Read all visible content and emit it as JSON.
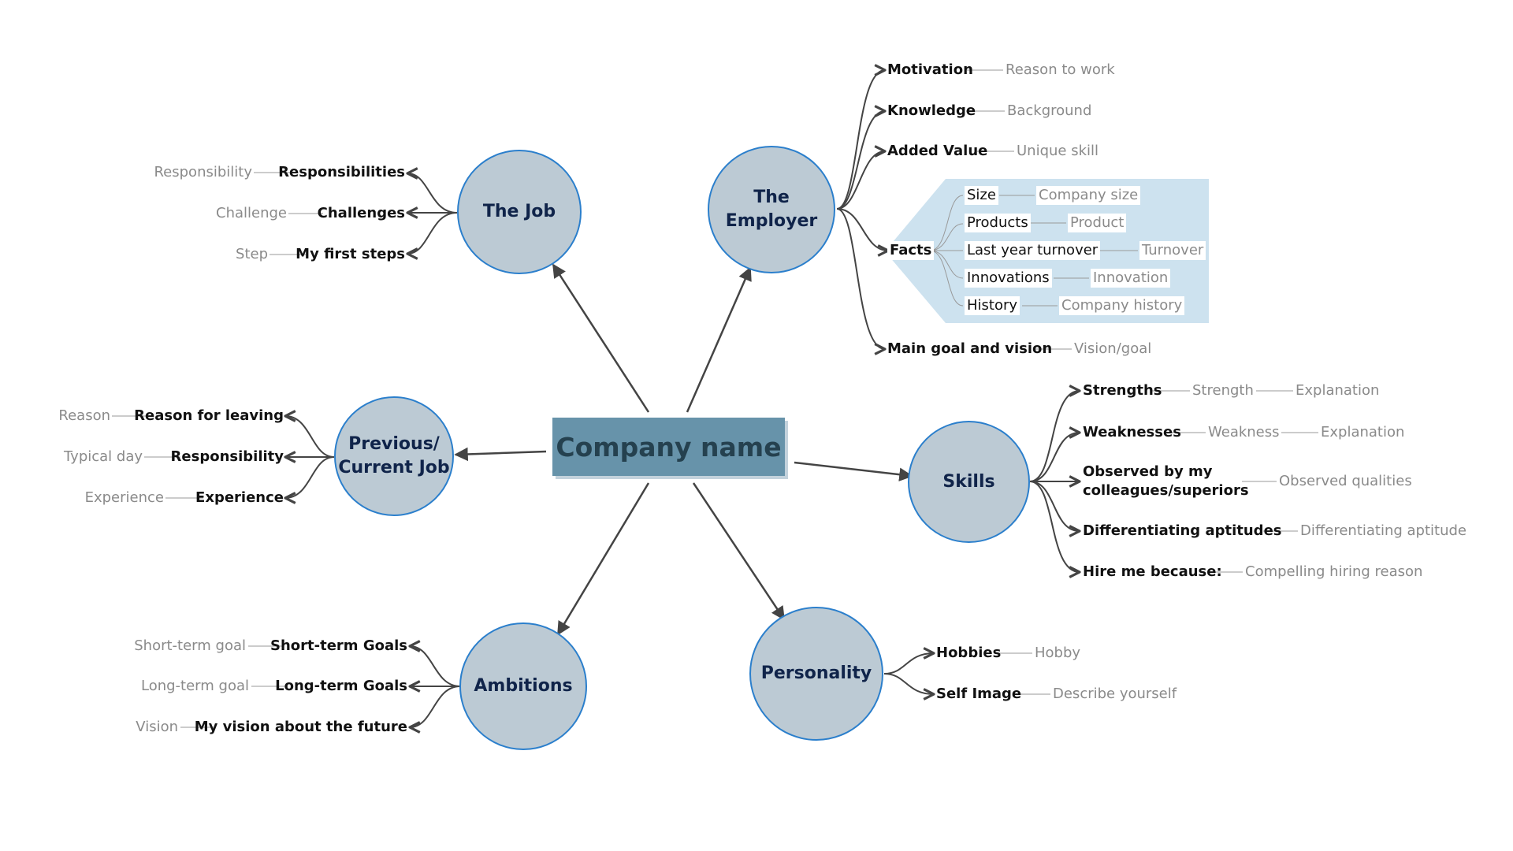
{
  "central": "Company name",
  "colors": {
    "circle_fill": "#bccad4",
    "circle_border": "#2b7fcc",
    "central_fill": "#6793aa",
    "facts_band": "#cde2ef"
  },
  "branches": {
    "the_job": {
      "title": "The Job",
      "items": [
        {
          "label": "Responsibilities",
          "detail": "Responsibility"
        },
        {
          "label": "Challenges",
          "detail": "Challenge"
        },
        {
          "label": "My first steps",
          "detail": "Step"
        }
      ]
    },
    "the_employer": {
      "title": "The Employer",
      "items": [
        {
          "label": "Motivation",
          "detail": "Reason to work"
        },
        {
          "label": "Knowledge",
          "detail": "Background"
        },
        {
          "label": "Added Value",
          "detail": "Unique skill"
        },
        {
          "label": "Main goal and vision",
          "detail": "Vision/goal"
        }
      ],
      "facts": {
        "label": "Facts",
        "items": [
          {
            "label": "Size",
            "detail": "Company size"
          },
          {
            "label": "Products",
            "detail": "Product"
          },
          {
            "label": "Last year turnover",
            "detail": "Turnover"
          },
          {
            "label": "Innovations",
            "detail": "Innovation"
          },
          {
            "label": "History",
            "detail": "Company history"
          }
        ]
      }
    },
    "previous_job": {
      "title_line1": "Previous/",
      "title_line2": "Current Job",
      "items": [
        {
          "label": "Reason for leaving",
          "detail": "Reason"
        },
        {
          "label": "Responsibility",
          "detail": "Typical day"
        },
        {
          "label": "Experience",
          "detail": "Experience"
        }
      ]
    },
    "skills": {
      "title": "Skills",
      "items": [
        {
          "label": "Strengths",
          "detail": "Strength",
          "extra": "Explanation"
        },
        {
          "label": "Weaknesses",
          "detail": "Weakness",
          "extra": "Explanation"
        },
        {
          "label_line1": "Observed by my",
          "label_line2": "colleagues/superiors",
          "detail": "Observed qualities"
        },
        {
          "label": "Differentiating aptitudes",
          "detail": "Differentiating aptitude"
        },
        {
          "label": "Hire me because:",
          "detail": "Compelling hiring reason"
        }
      ]
    },
    "ambitions": {
      "title": "Ambitions",
      "items": [
        {
          "label": "Short-term Goals",
          "detail": "Short-term goal"
        },
        {
          "label": "Long-term Goals",
          "detail": "Long-term goal"
        },
        {
          "label": "My vision about the future",
          "detail": "Vision"
        }
      ]
    },
    "personality": {
      "title": "Personality",
      "items": [
        {
          "label": "Hobbies",
          "detail": "Hobby"
        },
        {
          "label": "Self Image",
          "detail": "Describe yourself"
        }
      ]
    }
  }
}
